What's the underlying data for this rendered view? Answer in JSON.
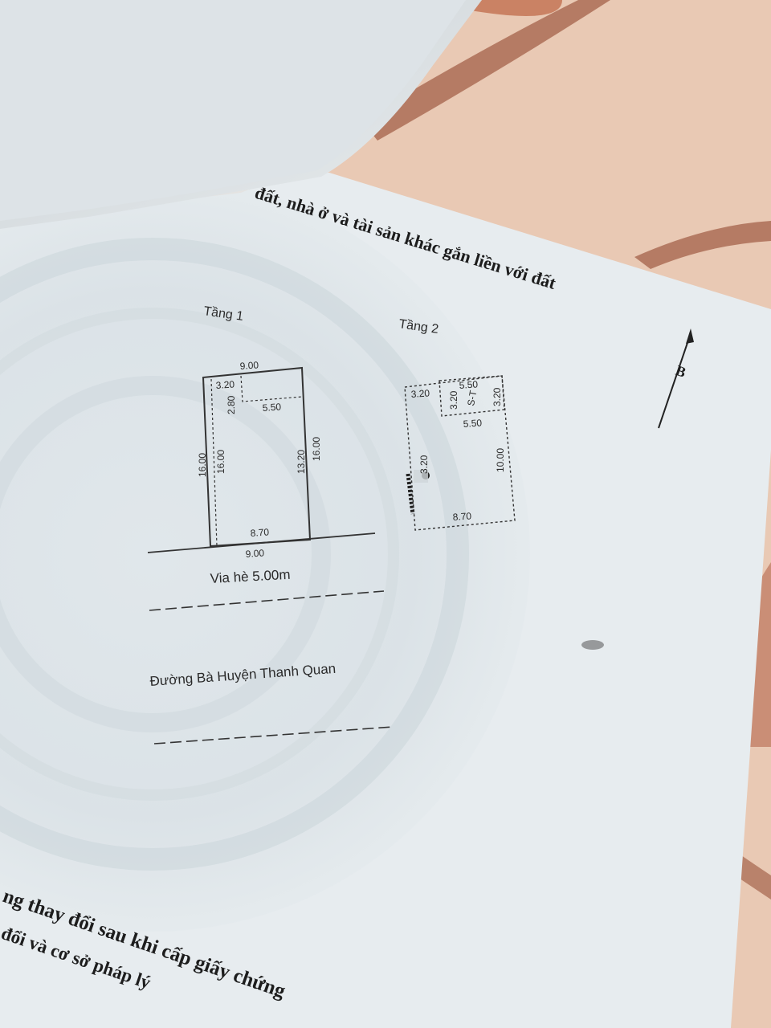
{
  "document": {
    "header_text": "đất, nhà ở và tài sản khác gắn liền với đất",
    "footer_line1": "ng thay đổi sau khi cấp giấy chứng",
    "footer_line2": "đổi và cơ sở pháp lý",
    "colors": {
      "paper": "#e7ecef",
      "ink": "#2b2b2b",
      "background": "#e9c9b4",
      "border_brown": "#8a3b22"
    }
  },
  "floor1": {
    "title": "Tầng 1",
    "dims": {
      "top": "9.00",
      "inner_w_small": "3.20",
      "inner_h_small": "2.80",
      "inner_w_large": "5.50",
      "left_outer": "16.00",
      "left_inner": "16.00",
      "right_inner": "13.20",
      "right_outer": "16.00",
      "bottom_inner": "8.70",
      "bottom_outer": "9.00"
    },
    "sidewalk_label": "Via hè 5.00m",
    "street_label": "Đường Bà Huyện Thanh Quan"
  },
  "floor2": {
    "title": "Tầng 2",
    "dims": {
      "top_left": "3.20",
      "top_right_w": "5.50",
      "top_right_h1": "3.20",
      "top_right_h2": "3.20",
      "mid_w": "5.50",
      "left_h": "3.20",
      "right_h": "10.00",
      "bottom": "8.70"
    },
    "room_label": "S-T"
  },
  "north": {
    "label": "B"
  }
}
